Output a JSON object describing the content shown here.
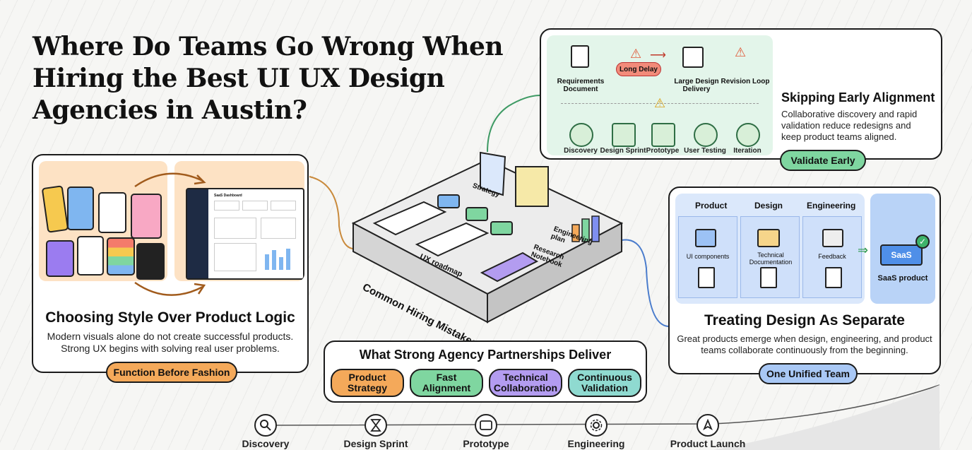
{
  "title": "Where Do Teams Go Wrong When Hiring the Best UI UX Design Agencies in Austin?",
  "logo": "parallel",
  "cards": {
    "style": {
      "title": "Choosing Style Over Product Logic",
      "body": "Modern visuals alone do not create successful products. Strong UX begins with solving real user problems.",
      "tag": "Function Before Fashion",
      "dashboard_title": "SaaS Dashboard"
    },
    "alignment": {
      "title": "Skipping Early Alignment",
      "body": "Collaborative discovery and rapid validation reduce redesigns and keep product teams aligned.",
      "tag": "Validate Early",
      "top_flow": [
        "Requirements Document",
        "Long Delay",
        "Large Design Delivery",
        "Revision Loop"
      ],
      "bottom_flow": [
        "Discovery",
        "Design Sprint",
        "Prototype",
        "User Testing",
        "Iteration"
      ]
    },
    "separate": {
      "title": "Treating Design As Separate",
      "body": "Great products emerge when design, engineering, and product teams collaborate continuously from the beginning.",
      "tag": "One Unified Team",
      "columns": [
        "Product",
        "Design",
        "Engineering"
      ],
      "items": [
        "UI components",
        "Technical Documentation",
        "Feedback"
      ],
      "saas_badge": "SaaS",
      "saas_label": "SaaS product"
    },
    "deliver": {
      "title": "What Strong Agency Partnerships Deliver",
      "pills": [
        "Product Strategy",
        "Fast Alignment",
        "Technical Collaboration",
        "Continuous Validation"
      ]
    }
  },
  "center": {
    "platform_label": "Common Hiring Mistakes",
    "labels": [
      "Strategy",
      "UX roadmap",
      "Engineering plan",
      "Research Notebook"
    ]
  },
  "timeline": [
    "Discovery",
    "Design Sprint",
    "Prototype",
    "Engineering",
    "Product Launch"
  ],
  "colors": {
    "orange": "#f4a95a",
    "green": "#7fd6a0",
    "purple": "#b39cf0",
    "teal": "#8fdad0",
    "blue": "#a9c8f5"
  }
}
